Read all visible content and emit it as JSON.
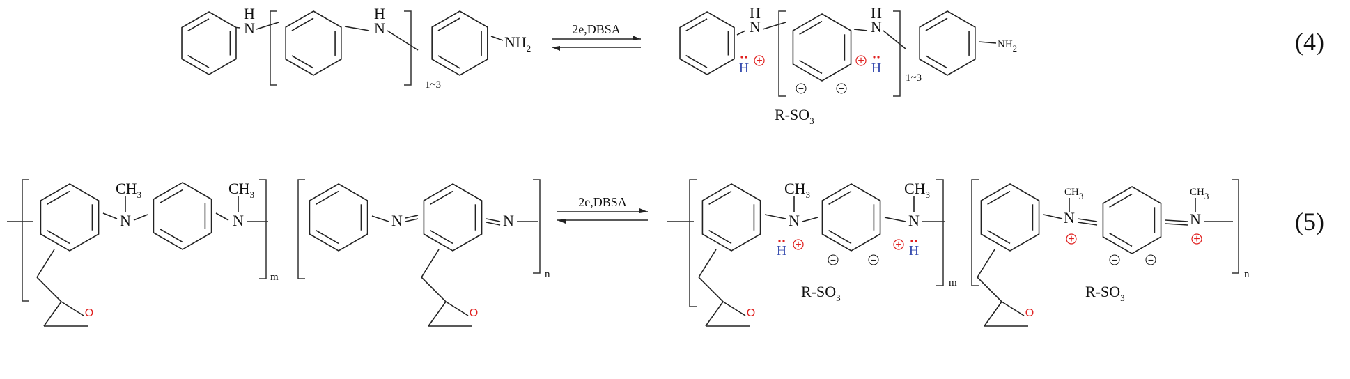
{
  "reaction4": {
    "left": {
      "nh_1": "H",
      "n_1": "N",
      "nh_2": "H",
      "n_2": "N",
      "nh2": "NH",
      "nh2_sub": "2",
      "repeat": "1~3"
    },
    "arrow_label": "2e,DBSA",
    "right": {
      "nh_1": "H",
      "n_1": "N",
      "nh_2": "H",
      "n_2": "N",
      "nh2": "NH",
      "nh2_sub": "2",
      "repeat": "1~3",
      "h_plus_1": "H",
      "h_plus_2": "H",
      "counterion": "R-SO",
      "counterion_sub": "3"
    },
    "number": "(4)"
  },
  "reaction5": {
    "left": {
      "ch3": "CH",
      "ch3_sub": "3",
      "n": "N",
      "o": "O",
      "m": "m",
      "n_sub": "n"
    },
    "arrow_label": "2e,DBSA",
    "right": {
      "ch3": "CH",
      "ch3_sub": "3",
      "n": "N",
      "o": "O",
      "h": "H",
      "m": "m",
      "n_sub": "n",
      "counterion": "R-SO",
      "counterion_sub": "3"
    },
    "number": "(5)"
  },
  "symbols": {
    "plus": "+",
    "minus": "−",
    "lone_pair": "··"
  },
  "colors": {
    "ink": "#222222",
    "hydrogen_blue": "#3a4fb0",
    "charge_red": "#e0201f",
    "oxygen_red": "#e0201f"
  }
}
